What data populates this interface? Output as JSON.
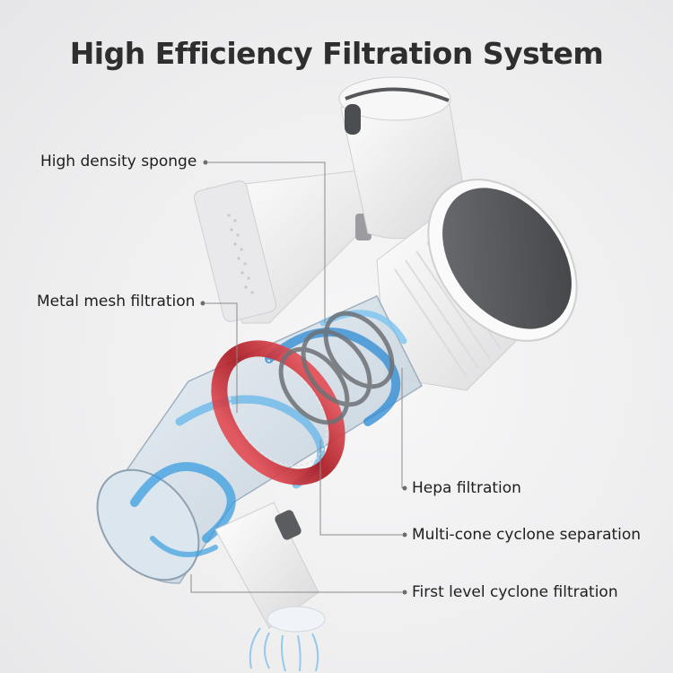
{
  "title": "High Efficiency Filtration System",
  "labels": {
    "sponge": "High density sponge",
    "metal_mesh": "Metal mesh filtration",
    "hepa": "Hepa filtration",
    "multi_cone": "Multi-cone cyclone separation",
    "first_level": "First level cyclone filtration"
  },
  "colors": {
    "body_white": "#f4f4f4",
    "filter_cap": "#5a5c60",
    "mesh_red": "#c8202a",
    "airflow_blue": "#3a9ee0",
    "leader_line": "#8a8a8a"
  }
}
